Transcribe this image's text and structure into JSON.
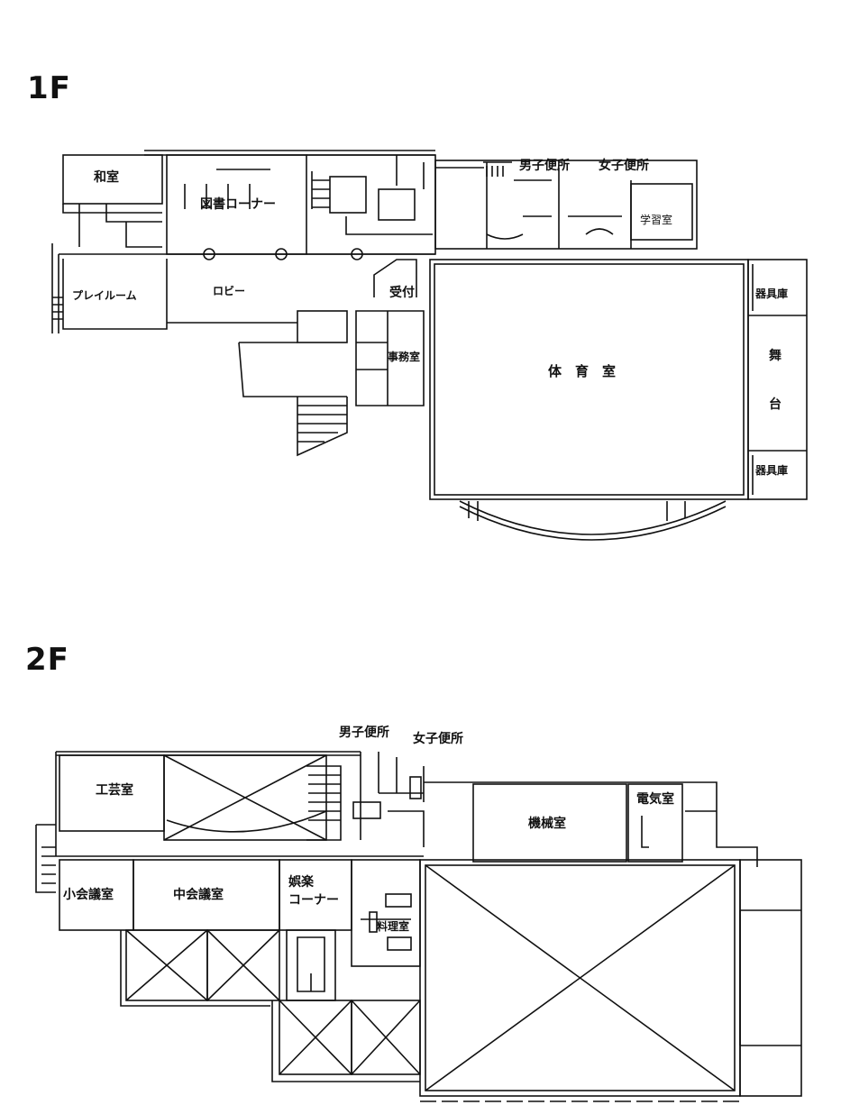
{
  "floors": {
    "f1": {
      "title": "1F",
      "rooms": {
        "washitsu": "和室",
        "library": "図書コーナー",
        "mens_wc": "男子便所",
        "womens_wc": "女子便所",
        "study": "学習室",
        "playroom": "プレイルーム",
        "lobby": "ロビー",
        "reception": "受付",
        "office": "事務室",
        "gym": "体　育　室",
        "equip_top": "器具庫",
        "stage_1": "舞",
        "stage_2": "台",
        "equip_bottom": "器具庫"
      }
    },
    "f2": {
      "title": "2F",
      "rooms": {
        "mens_wc": "男子便所",
        "womens_wc": "女子便所",
        "craft": "工芸室",
        "machine": "機械室",
        "electric": "電気室",
        "small_meeting": "小会議室",
        "mid_meeting": "中会議室",
        "recreation_1": "娯楽",
        "recreation_2": "コーナー",
        "cooking": "料理室"
      }
    }
  }
}
